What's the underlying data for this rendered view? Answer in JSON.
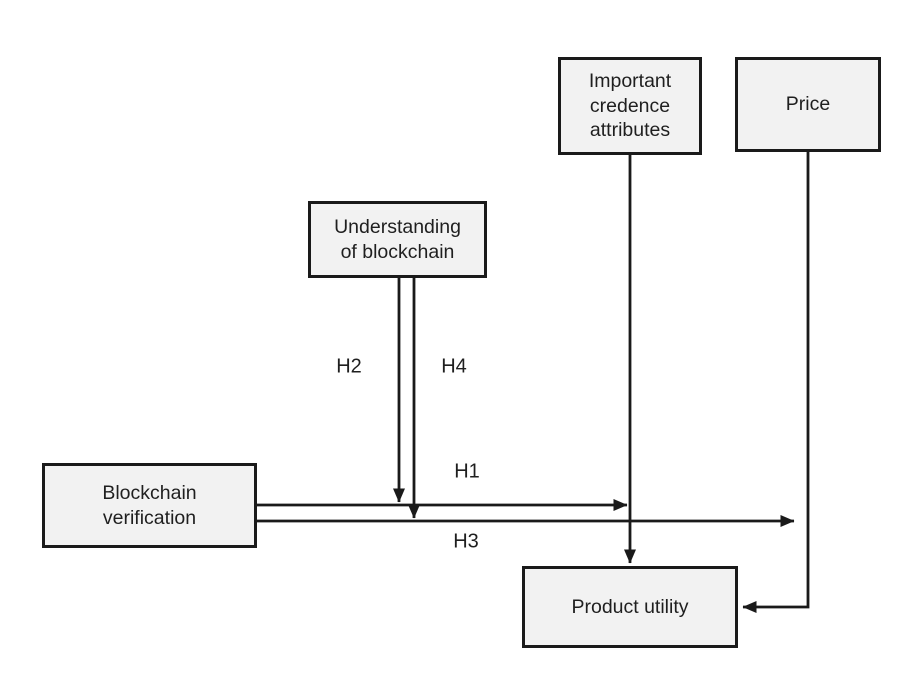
{
  "diagram": {
    "title": "Blockchain verification conceptual model",
    "colors": {
      "line": "#1a1a1a",
      "box_fill": "#f2f2f2",
      "background": "#ffffff",
      "text": "#1f1f1f"
    },
    "nodes": [
      {
        "id": "important-credence-attributes",
        "label": "Important credence attributes"
      },
      {
        "id": "price",
        "label": "Price"
      },
      {
        "id": "understanding-of-blockchain",
        "label": "Understanding of blockchain"
      },
      {
        "id": "blockchain-verification",
        "label": "Blockchain verification"
      },
      {
        "id": "product-utility",
        "label": "Product utility"
      }
    ],
    "edges": [
      {
        "id": "credence-to-utility",
        "label": "",
        "from": "Important credence attributes",
        "to": "Product utility"
      },
      {
        "id": "price-to-utility",
        "label": "",
        "from": "Price",
        "to": "Product utility"
      },
      {
        "id": "h1",
        "label": "H1",
        "from": "Blockchain verification",
        "to": "Important credence attributes → Product utility path"
      },
      {
        "id": "h2",
        "label": "H2",
        "from": "Understanding of blockchain",
        "to": "H1 path"
      },
      {
        "id": "h3",
        "label": "H3",
        "from": "Blockchain verification",
        "to": "Price → Product utility path"
      },
      {
        "id": "h4",
        "label": "H4",
        "from": "Understanding of blockchain",
        "to": "H3 path"
      }
    ]
  }
}
